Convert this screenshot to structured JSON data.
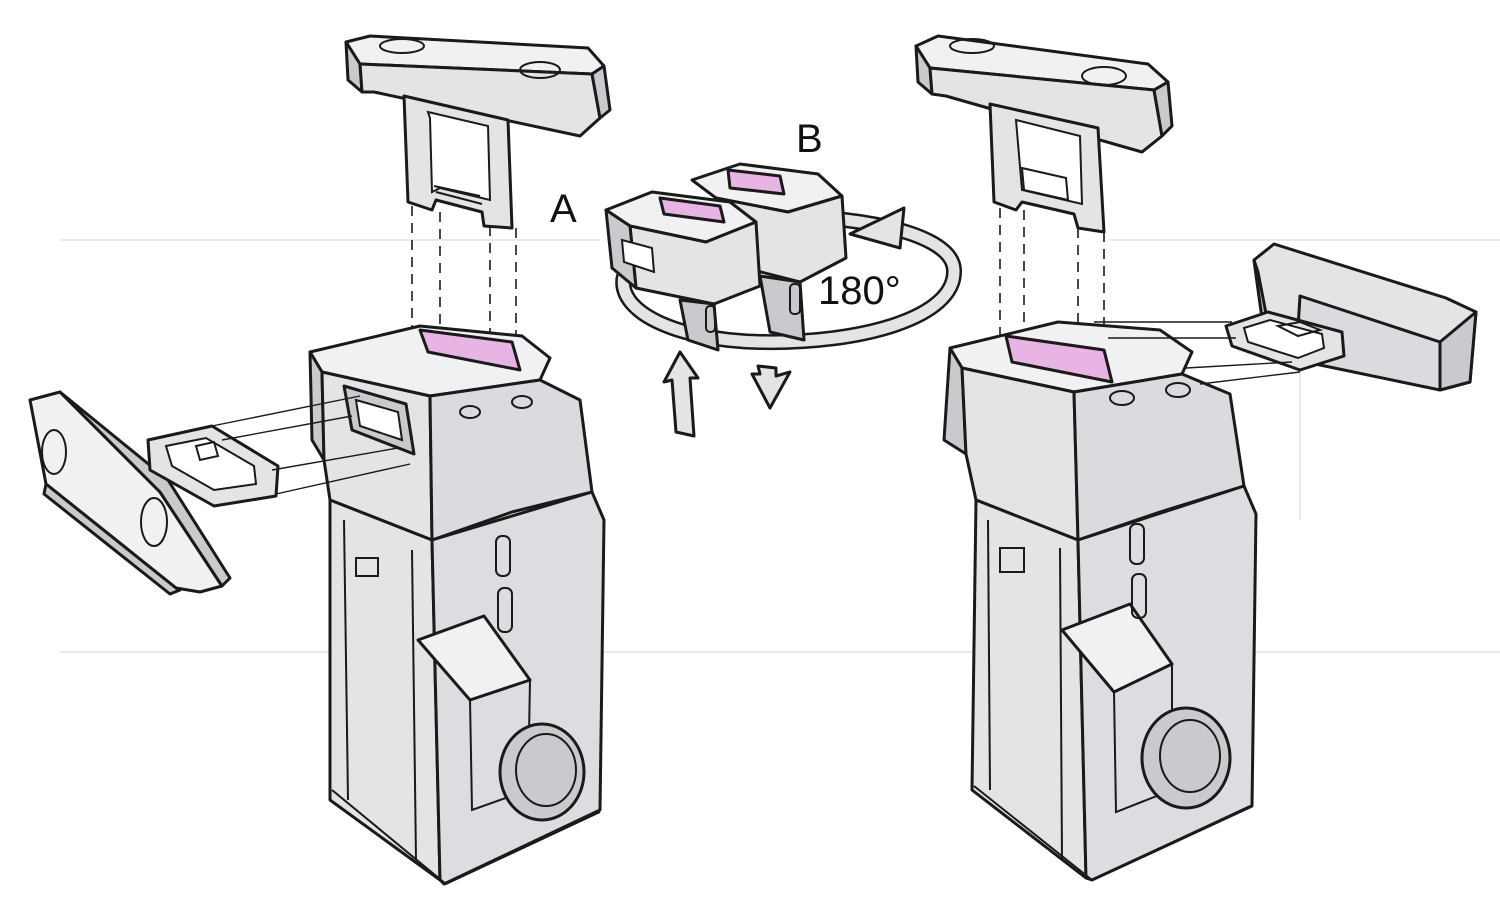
{
  "labels": {
    "a": "A",
    "b": "B",
    "angle": "180°"
  },
  "colors": {
    "body": "#e3e4e6",
    "body_dark": "#c9cacd",
    "body_light": "#f1f1f3",
    "outline": "#1a1a1a",
    "actuator_marker": "#e8b4e3"
  },
  "icons": {
    "rotation": "rotate-arrow-icon",
    "up": "arrow-up-icon",
    "down": "arrow-down-icon"
  }
}
